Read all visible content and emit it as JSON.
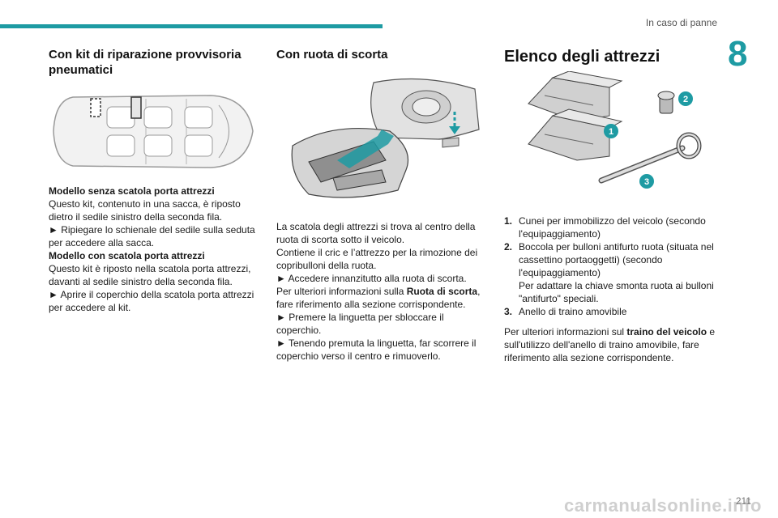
{
  "header": {
    "section_title": "In caso di panne",
    "chapter_number": "8"
  },
  "col1": {
    "title": "Con kit di riparazione provvisoria pneumatici",
    "p1_bold": "Modello senza scatola porta attrezzi",
    "p1_text": "Questo kit, contenuto in una sacca, è riposto dietro il sedile sinistro della seconda fila.",
    "p1_step": "► Ripiegare lo schienale del sedile sulla seduta per accedere alla sacca.",
    "p2_bold": "Modello con scatola porta attrezzi",
    "p2_text": "Questo kit è riposto nella scatola porta attrezzi, davanti al sedile sinistro della seconda fila.",
    "p2_step": "► Aprire il coperchio della scatola porta attrezzi per accedere al kit."
  },
  "col2": {
    "title": "Con ruota di scorta",
    "p1": "La scatola degli attrezzi si trova al centro della ruota di scorta sotto il veicolo.",
    "p2": "Contiene il cric e l’attrezzo per la rimozione dei copribulloni della ruota.",
    "p3": "► Accedere innanzitutto alla ruota di scorta.",
    "p4_pre": "Per ulteriori informazioni sulla ",
    "p4_bold": "Ruota di scorta",
    "p4_post": ", fare riferimento alla sezione corrispondente.",
    "p5": "► Premere la linguetta per sbloccare il coperchio.",
    "p6": "► Tenendo premuta la linguetta, far scorrere il coperchio verso il centro e rimuoverlo."
  },
  "col3": {
    "title": "Elenco degli attrezzi",
    "callouts": [
      "1",
      "2",
      "3"
    ],
    "items": [
      {
        "num": "1.",
        "text": "Cunei per immobilizzo del veicolo (secondo l'equipaggiamento)"
      },
      {
        "num": "2.",
        "text": "Boccola per bulloni antifurto ruota (situata nel cassettino portaoggetti) (secondo l'equipaggiamento)",
        "text2": "Per adattare la chiave smonta ruota ai bulloni \"antifurto\" speciali."
      },
      {
        "num": "3.",
        "text": "Anello di traino amovibile"
      }
    ],
    "note_pre": "Per ulteriori informazioni sul ",
    "note_bold": "traino del veicolo",
    "note_post": " e sull'utilizzo dell'anello di traino amovibile, fare riferimento alla sezione corrispondente."
  },
  "footer": {
    "page_number": "211",
    "watermark": "carmanualsonline.info"
  },
  "colors": {
    "accent": "#1e9ba3",
    "callout": "#1e9ba3"
  }
}
